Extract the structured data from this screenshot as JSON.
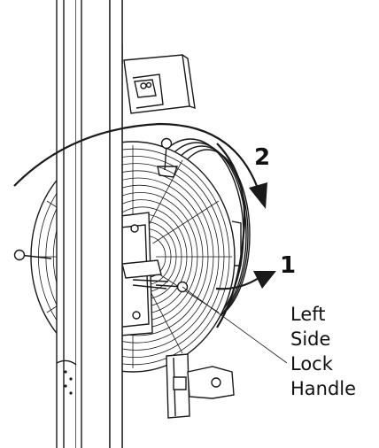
{
  "callouts": {
    "step1": "1",
    "step2": "2",
    "label_line1": "Left",
    "label_line2": "Side",
    "label_line3": "Lock",
    "label_line4": "Handle"
  },
  "colors": {
    "ink": "#1a1a1a",
    "background": "#ffffff"
  }
}
